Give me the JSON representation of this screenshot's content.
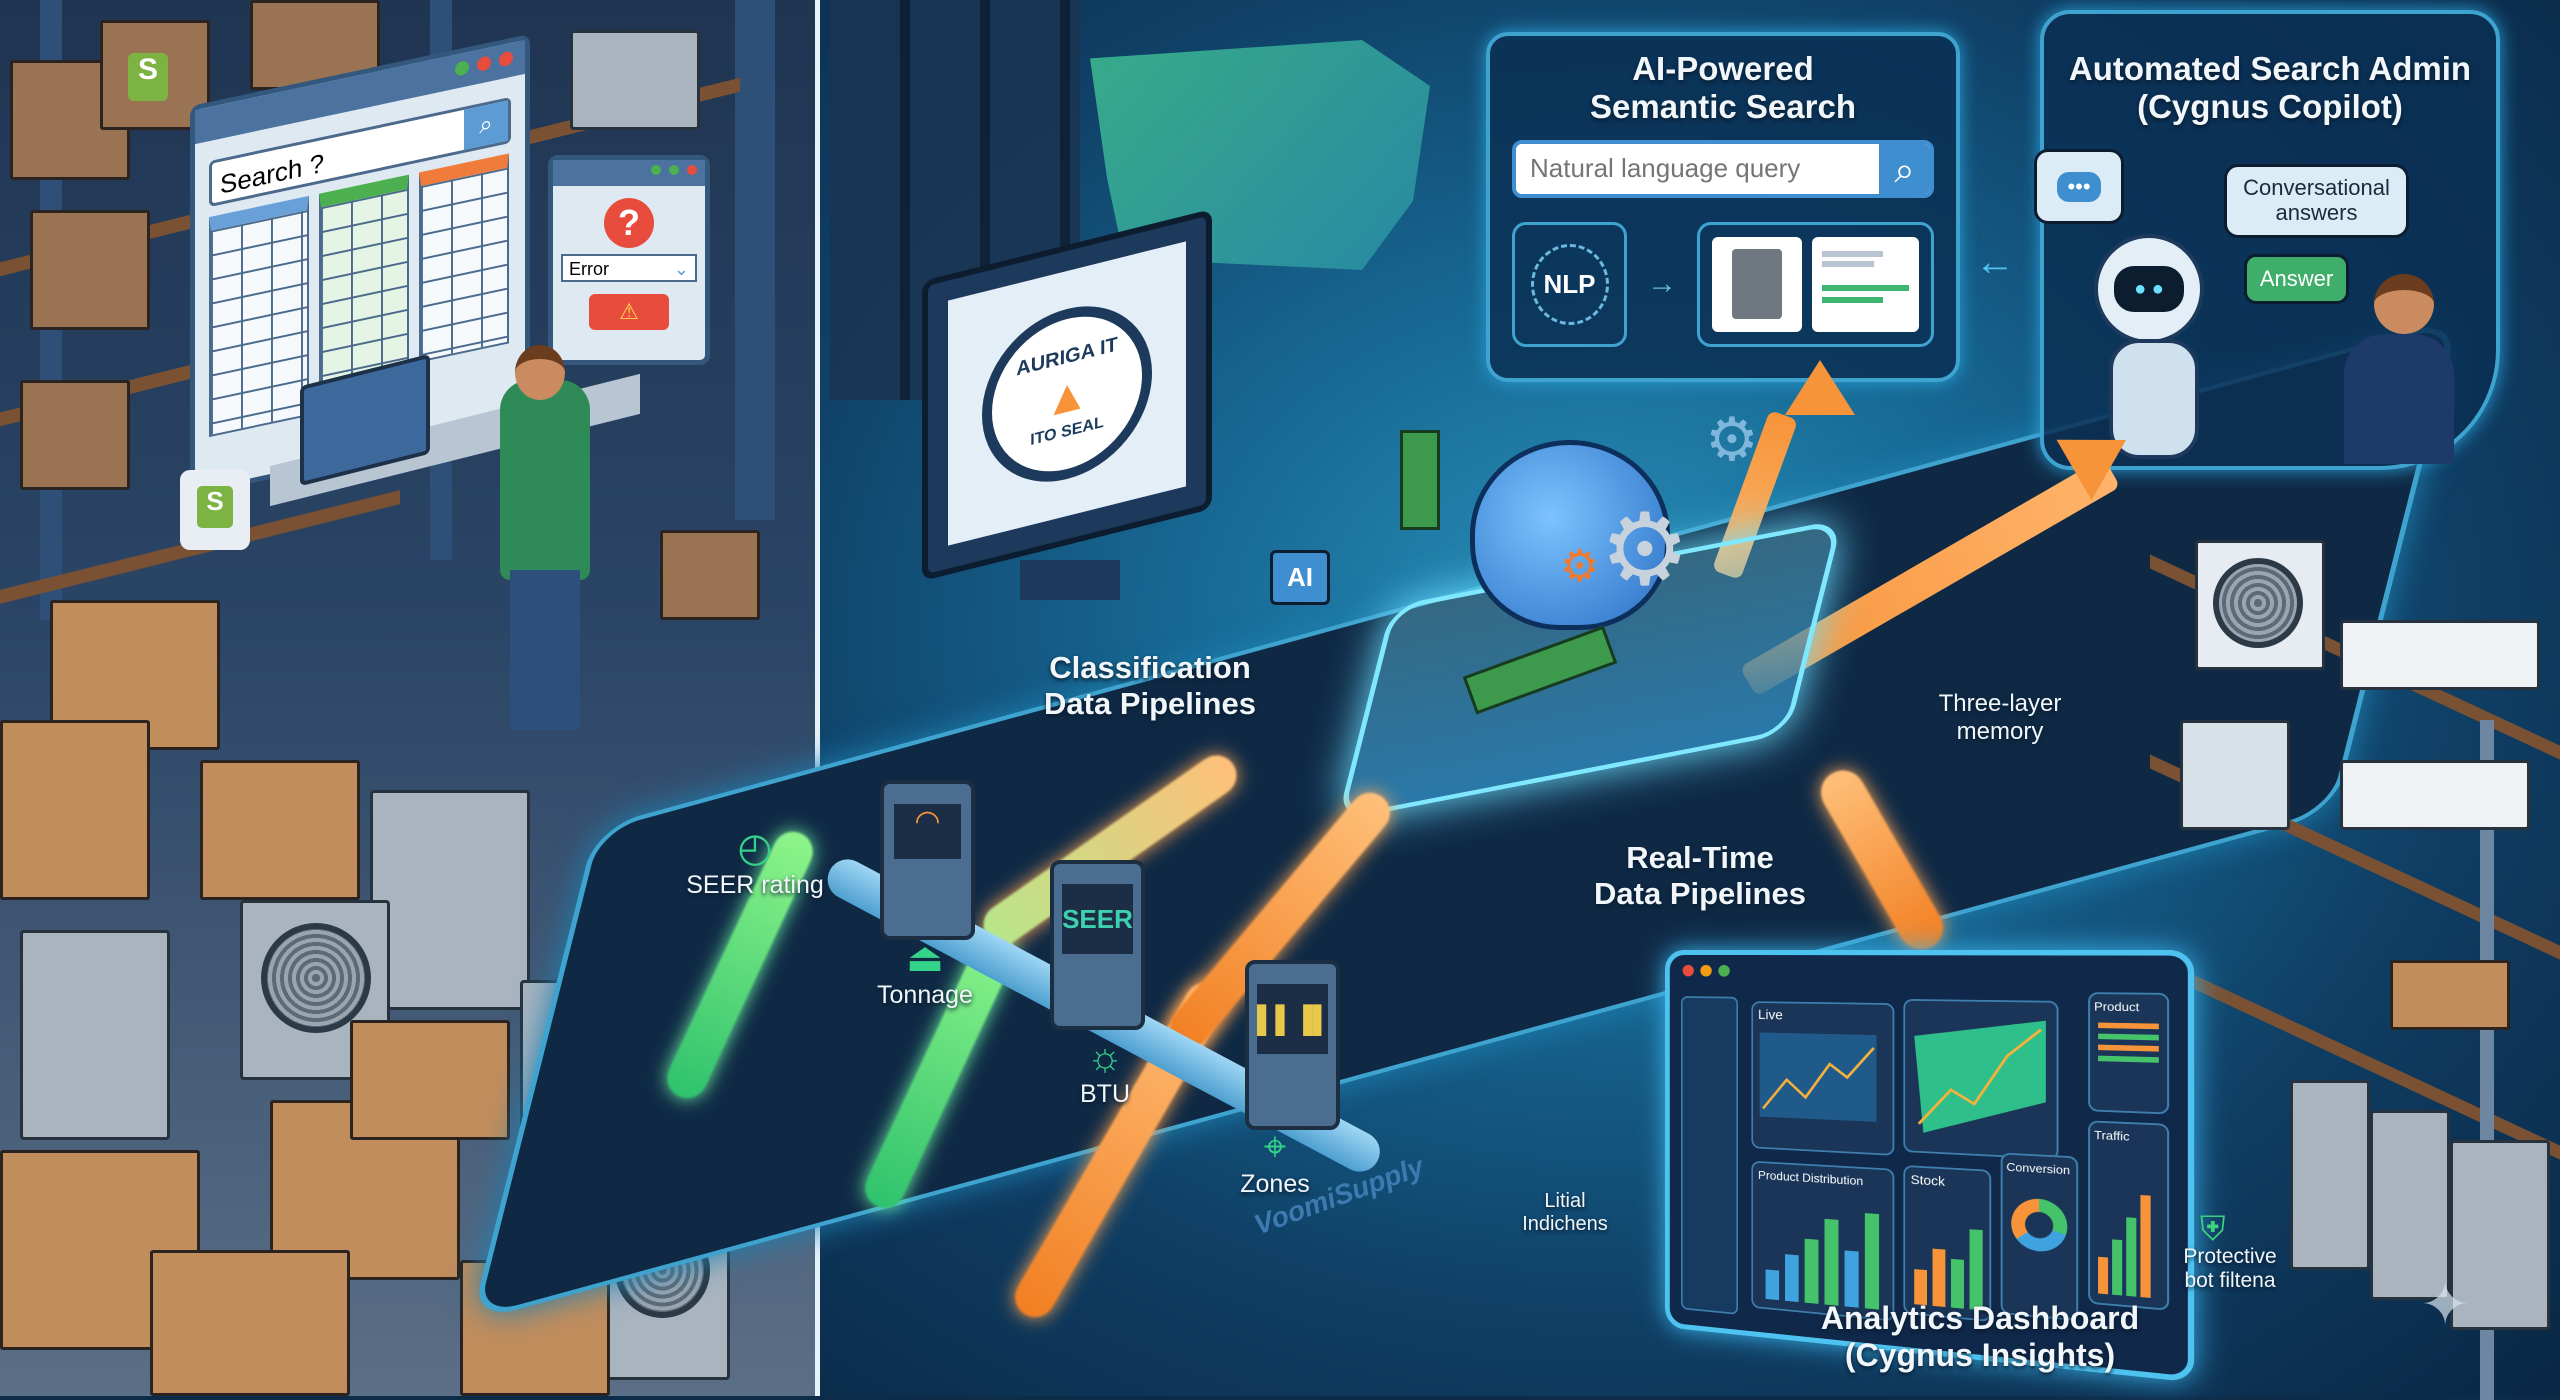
{
  "left_scene": {
    "search_window": {
      "search_text": "Search ?"
    },
    "error_popup": {
      "error_field": "Error",
      "question_icon": "question-mark-icon",
      "warning_icon": "warning-icon"
    },
    "brand_icons": [
      "shopping-bag-icon",
      "shopping-bag-icon"
    ]
  },
  "monitor": {
    "seal_text": "AURIGA IT",
    "seal_subtext": "ITO SEAL"
  },
  "semantic_search": {
    "title_line1": "AI-Powered",
    "title_line2": "Semantic Search",
    "query_placeholder": "Natural language query",
    "nlp_label": "NLP"
  },
  "copilot": {
    "title_line1": "Automated Search Admin",
    "title_line2": "(Cygnus Copilot)",
    "bubble_conversational": "Conversational answers",
    "bubble_answer": "Answer"
  },
  "core": {
    "chip_label": "AI",
    "memory_label_line1": "Three-layer",
    "memory_label_line2": "memory"
  },
  "classification": {
    "title_line1": "Classification",
    "title_line2": "Data Pipelines",
    "attributes": [
      {
        "label": "SEER rating",
        "icon": "gauge-icon"
      },
      {
        "label": "Tonnage",
        "icon": "weight-icon"
      },
      {
        "label": "BTU",
        "icon": "sun-gear-icon"
      },
      {
        "label": "Zones",
        "icon": "location-pin-icon"
      }
    ],
    "device_screen_text": "SEER"
  },
  "realtime": {
    "title_line1": "Real-Time",
    "title_line2": "Data Pipelines"
  },
  "platform": {
    "brand": "VoomiSupply",
    "callout_line1": "Litial",
    "callout_line2": "Indichens"
  },
  "dashboard": {
    "title_line1": "Analytics Dashboard",
    "title_line2": "(Cygnus Insights)",
    "cards": [
      "Live",
      "Product Distribution",
      "Stock",
      "Conversion",
      "Traffic",
      "Product"
    ],
    "protective_line1": "Protective",
    "protective_line2": "bot filtena"
  },
  "colors": {
    "green": "#3fd07f",
    "orange": "#f7943a",
    "cyan": "#3fb8e6",
    "navy": "#0d2c4a"
  }
}
